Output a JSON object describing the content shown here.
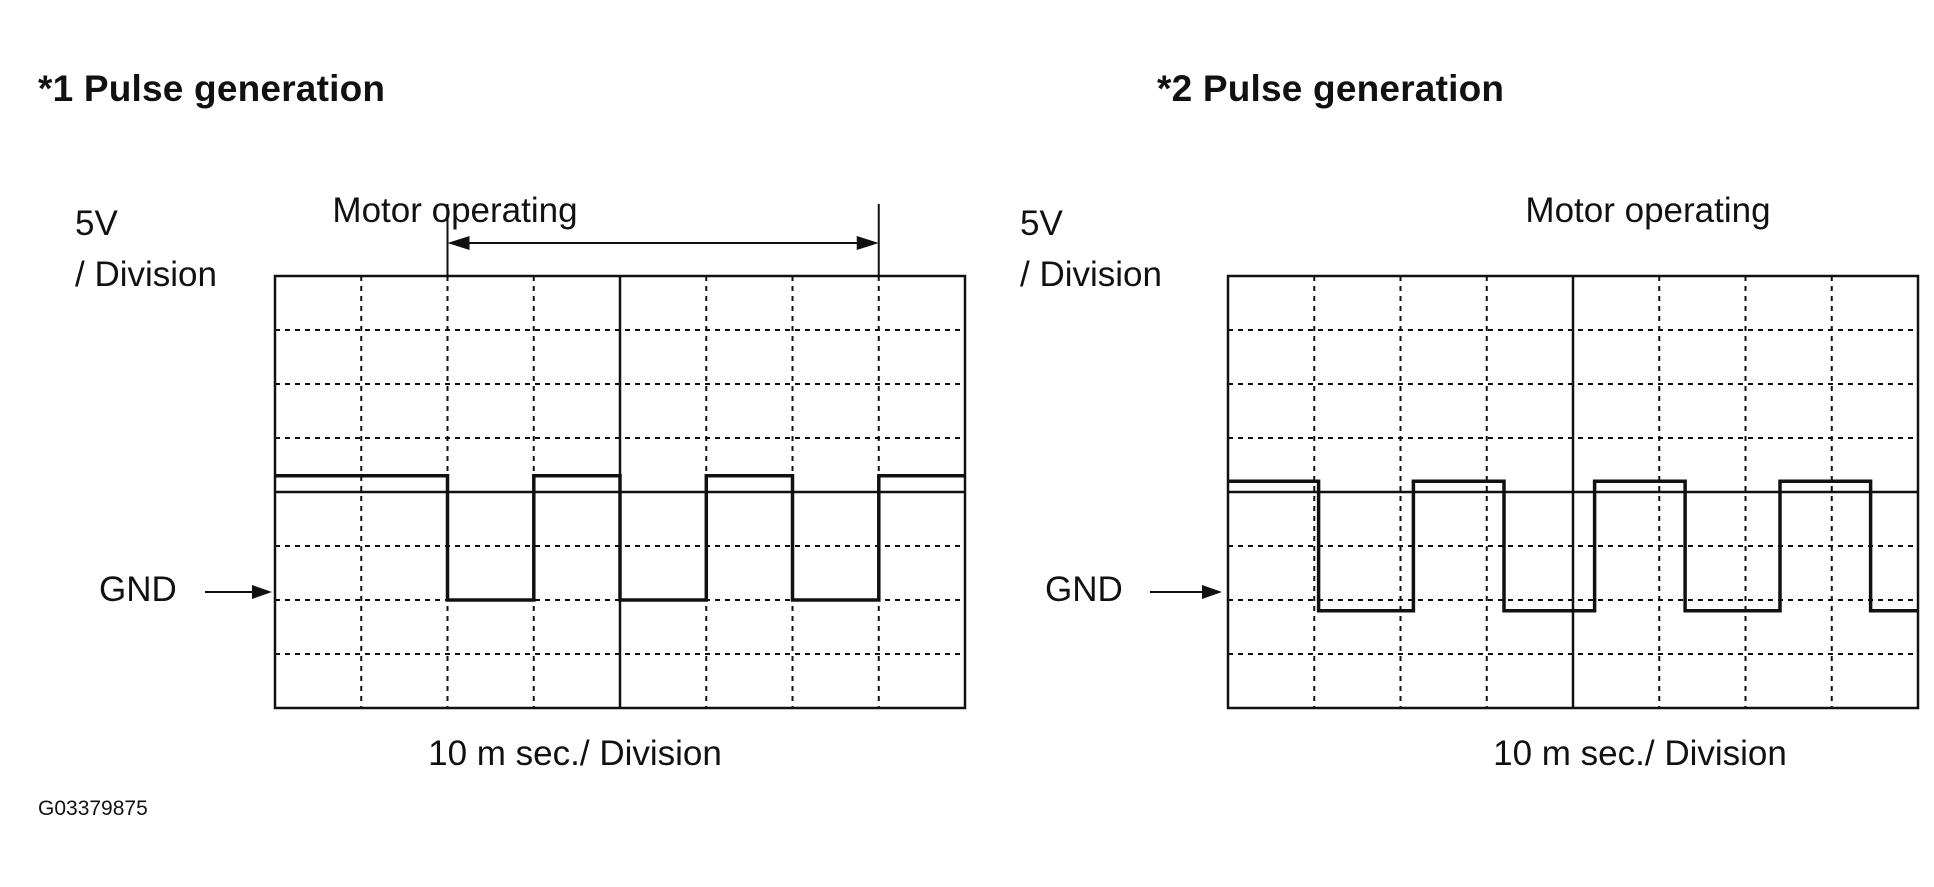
{
  "figure_code": "G03379875",
  "panels": [
    {
      "title": "*1 Pulse generation",
      "volt_label_1": "5V",
      "volt_label_2": "/ Division",
      "gnd_label": "GND",
      "motor_label": "Motor operating",
      "time_label": "10 m sec./ Division"
    },
    {
      "title": "*2 Pulse generation",
      "volt_label_1": "5V",
      "volt_label_2": "/ Division",
      "gnd_label": "GND",
      "motor_label": "Motor operating",
      "time_label": "10 m sec./ Division"
    }
  ],
  "chart_data": [
    {
      "type": "line",
      "title": "*1 Pulse generation",
      "xlabel": "10 m sec./ Division",
      "ylabel": "5V / Division",
      "x_divisions": 8,
      "y_divisions": 8,
      "gnd_division": 2,
      "grid": true,
      "annotation": "Motor operating",
      "annotation_range_div": [
        2,
        7
      ],
      "series": [
        {
          "x_div": [
            0,
            2,
            2,
            3,
            3,
            4,
            4,
            5,
            5,
            6,
            6,
            7,
            7,
            8
          ],
          "y_div": [
            4.3,
            4.3,
            2,
            2,
            4.3,
            4.3,
            2,
            2,
            4.3,
            4.3,
            2,
            2,
            4.3,
            4.3
          ]
        }
      ]
    },
    {
      "type": "line",
      "title": "*2 Pulse generation",
      "xlabel": "10 m sec./ Division",
      "ylabel": "5V / Division",
      "x_divisions": 8,
      "y_divisions": 8,
      "gnd_division": 2,
      "grid": true,
      "annotation": "Motor operating",
      "series": [
        {
          "x_div": [
            0,
            1.05,
            1.05,
            2.15,
            2.15,
            3.2,
            3.2,
            4.25,
            4.25,
            5.3,
            5.3,
            6.4,
            6.4,
            7.45,
            7.45,
            8
          ],
          "y_div": [
            4.2,
            4.2,
            1.8,
            1.8,
            4.2,
            4.2,
            1.8,
            1.8,
            4.2,
            4.2,
            1.8,
            1.8,
            4.2,
            4.2,
            1.8,
            1.8
          ]
        }
      ]
    }
  ]
}
